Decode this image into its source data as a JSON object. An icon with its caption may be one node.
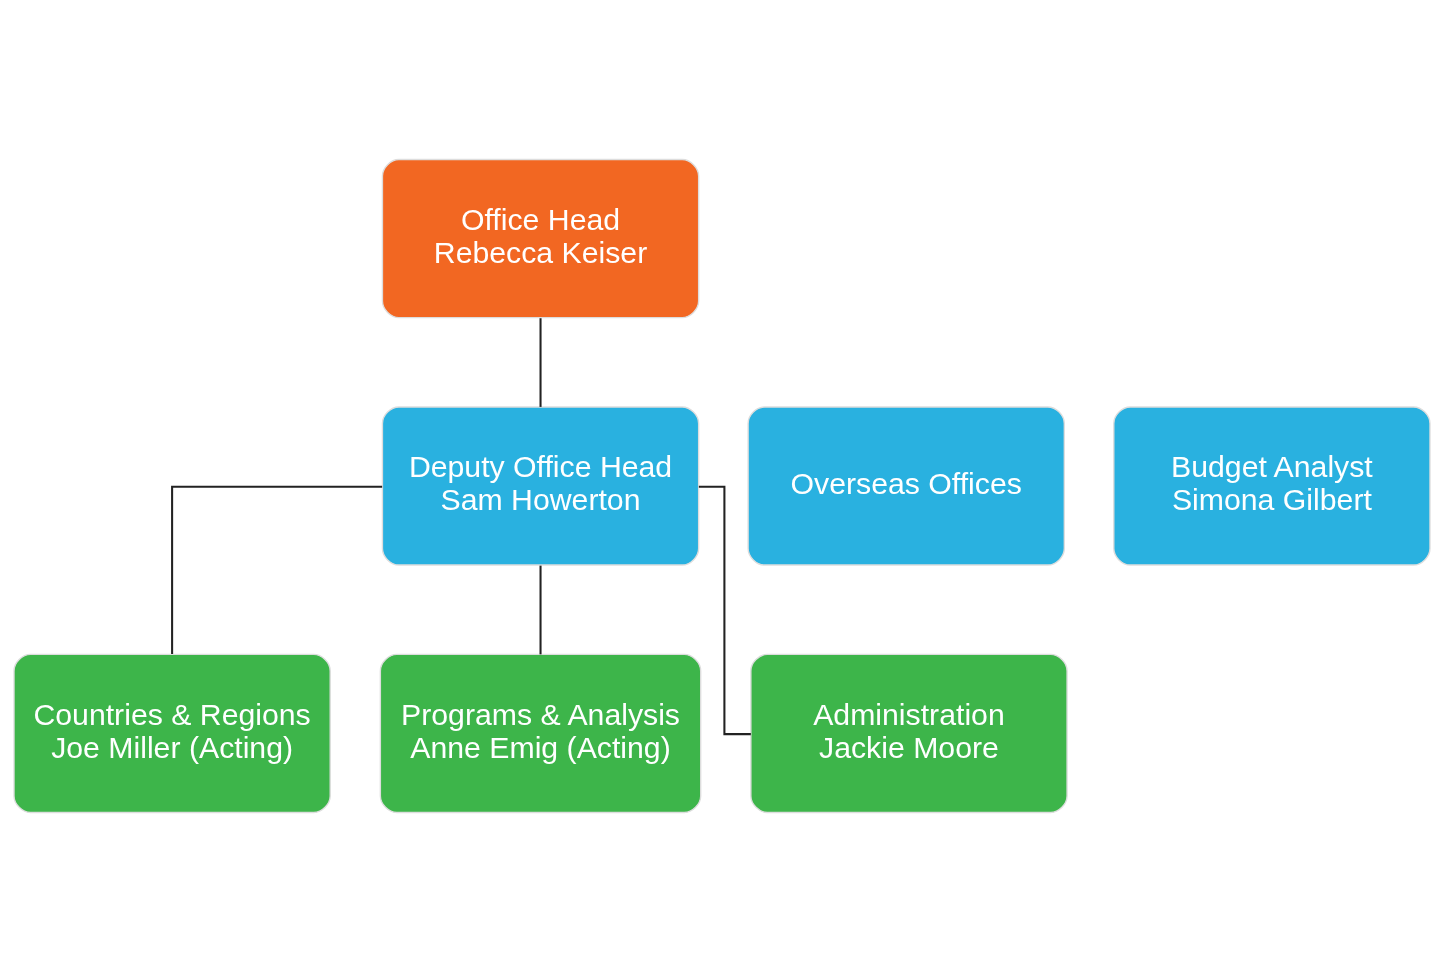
{
  "diagram": {
    "nodes": [
      {
        "text": [
          "Office Head",
          "Rebecca Keiser"
        ]
      },
      {
        "text": [
          "Overseas Offices"
        ]
      },
      {
        "text": [
          "Deputy Office Head",
          "Sam Howerton"
        ]
      },
      {
        "text": [
          "Budget Analyst",
          "Simona Gilbert"
        ]
      },
      {
        "text": [
          "Countries & Regions",
          "Joe Miller (Acting)"
        ]
      },
      {
        "text": [
          "Programs & Analysis",
          "Anne Emig (Acting)"
        ]
      },
      {
        "text": [
          "Administration",
          "Jackie Moore"
        ]
      }
    ],
    "edges": [
      {
        "from": 0,
        "to": 2,
        "arrow": "none"
      },
      {
        "from": 2,
        "to": 4,
        "arrow": "none"
      },
      {
        "from": 2,
        "to": 5,
        "arrow": "none"
      },
      {
        "from": 2,
        "to": 6,
        "arrow": "none"
      }
    ]
  }
}
